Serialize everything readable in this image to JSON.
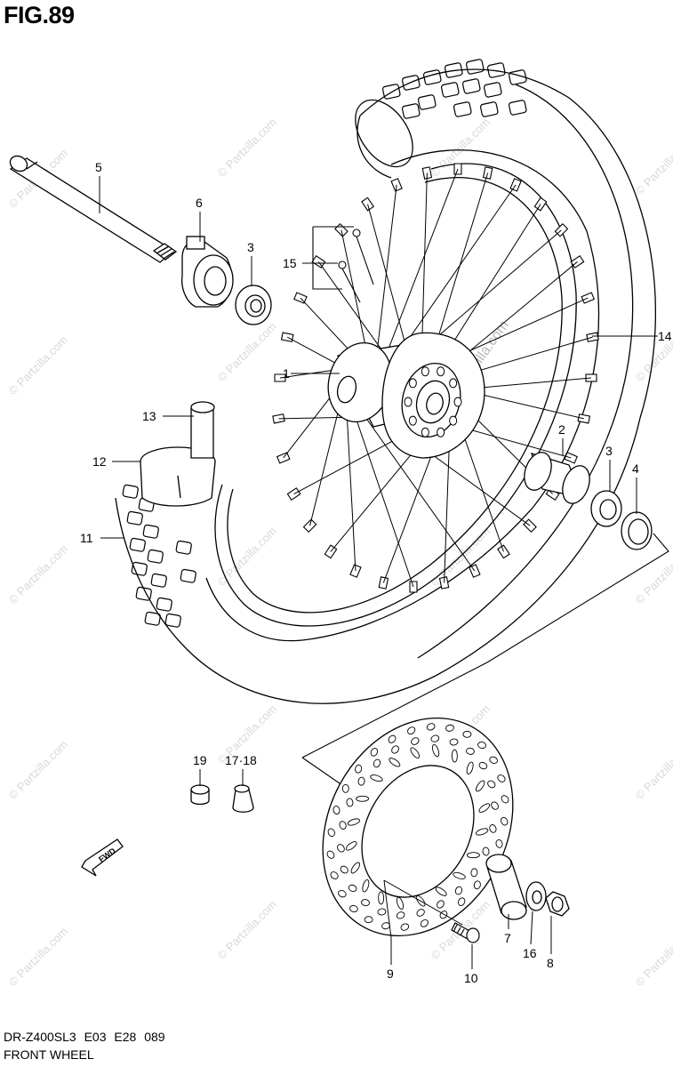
{
  "figure": {
    "title": "FIG.89",
    "footer_code": "DR-Z400SL3  E03  E28  089",
    "footer_name": "FRONT WHEEL",
    "fwd_label": "FWD",
    "watermarks": [
      "© Partzilla.com",
      "Partzilla.com"
    ]
  },
  "callouts": [
    {
      "id": "c1",
      "label": "1"
    },
    {
      "id": "c2",
      "label": "2"
    },
    {
      "id": "c3a",
      "label": "3"
    },
    {
      "id": "c3b",
      "label": "3"
    },
    {
      "id": "c4",
      "label": "4"
    },
    {
      "id": "c5",
      "label": "5"
    },
    {
      "id": "c6",
      "label": "6"
    },
    {
      "id": "c7",
      "label": "7"
    },
    {
      "id": "c8",
      "label": "8"
    },
    {
      "id": "c9",
      "label": "9"
    },
    {
      "id": "c10",
      "label": "10"
    },
    {
      "id": "c11",
      "label": "11"
    },
    {
      "id": "c12",
      "label": "12"
    },
    {
      "id": "c13",
      "label": "13"
    },
    {
      "id": "c14",
      "label": "14"
    },
    {
      "id": "c15",
      "label": "15"
    },
    {
      "id": "c16",
      "label": "16"
    },
    {
      "id": "c17",
      "label": "17·18"
    },
    {
      "id": "c19",
      "label": "19"
    }
  ]
}
